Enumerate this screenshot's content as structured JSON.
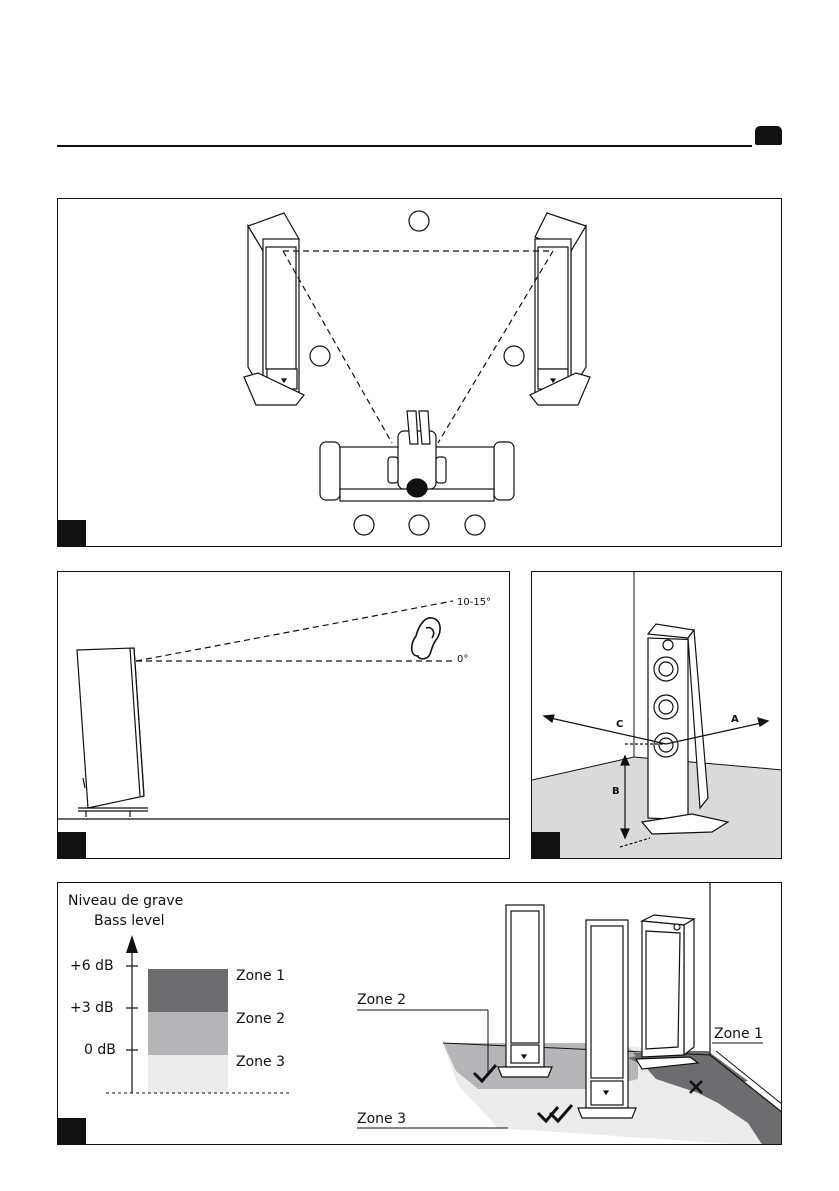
{
  "panel_angles": {
    "upper_label": "10-15°",
    "lower_label": "0°"
  },
  "panel_distances": {
    "label_a": "A",
    "label_b": "B",
    "label_c": "C"
  },
  "panel_bass": {
    "title_fr": "Niveau de grave",
    "title_en": "Bass level",
    "levels": [
      "+6 dB",
      "+3 dB",
      "0 dB"
    ],
    "zones": [
      "Zone 1",
      "Zone 2",
      "Zone 3"
    ],
    "zone_colors": [
      "#6d6d6f",
      "#b6b6b8",
      "#ececec"
    ],
    "room_zone_labels": {
      "zone1": "Zone 1",
      "zone2": "Zone 2",
      "zone3": "Zone 3"
    },
    "check_icon": "check-icon",
    "double_check_icon": "double-check-icon",
    "cross_icon": "cross-icon"
  }
}
